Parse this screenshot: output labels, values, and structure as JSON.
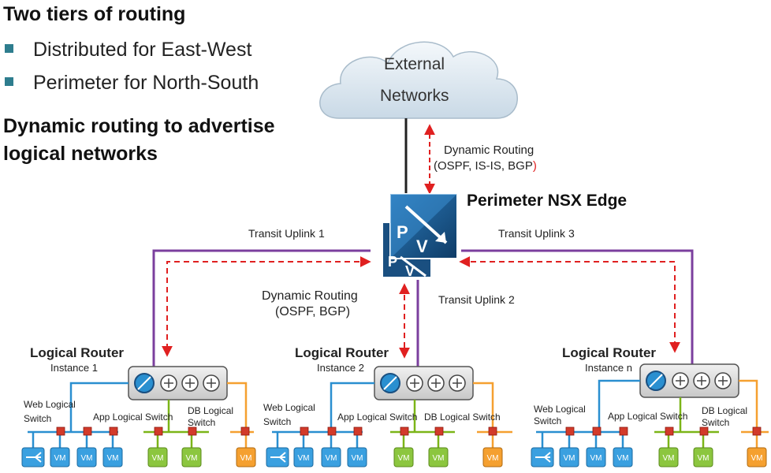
{
  "bullets": {
    "heading1": "Two tiers of routing",
    "items": [
      "Distributed for East-West",
      "Perimeter for North-South"
    ],
    "heading2_line1": "Dynamic routing to advertise",
    "heading2_line2": "logical networks"
  },
  "cloud": {
    "line1": "External",
    "line2": "Networks"
  },
  "edge": {
    "title": "Perimeter NSX Edge",
    "routing_line1": "Dynamic Routing",
    "routing_line2": "(OSPF, IS-IS, BGP",
    "routing_paren": ")",
    "icon_letters": [
      "P",
      "V"
    ]
  },
  "uplinks": {
    "u1": "Transit Uplink 1",
    "u2": "Transit Uplink 2",
    "u3": "Transit Uplink 3"
  },
  "middle_routing": {
    "line1": "Dynamic Routing",
    "line2": "(OSPF, BGP)"
  },
  "routers": [
    {
      "title": "Logical Router",
      "instance": "Instance 1",
      "web1": "Web Logical",
      "web2": "Switch",
      "app": "App Logical Switch",
      "db1": "DB Logical",
      "db2": "Switch",
      "vm": "VM"
    },
    {
      "title": "Logical Router",
      "instance": "Instance 2",
      "web1": "Web Logical",
      "web2": "Switch",
      "app": "App Logical Switch",
      "db1": "DB Logical Switch",
      "db2": "",
      "vm": "VM"
    },
    {
      "title": "Logical Router",
      "instance": "Instance n",
      "web1": "Web Logical",
      "web2": "Switch",
      "app": "App Logical Switch",
      "db1": "DB Logical",
      "db2": "Switch",
      "vm": "VM"
    }
  ],
  "colors": {
    "uplink": "#7b3f9e",
    "routing_arrow": "#e02020",
    "web": "#2a8fd0",
    "app_db": "#7cb518",
    "vm_blue": "#3aa0e0",
    "vm_green": "#8cc63f",
    "vm_orange": "#f5a030",
    "firewall": "#d23a2a",
    "edge_blue": "#1d5d96",
    "bullet": "#2e7d8e"
  },
  "icons": [
    "cloud-icon",
    "nsx-edge-icon",
    "router-icon",
    "firewall-icon",
    "load-balancer-icon",
    "vm-icon",
    "bullet-square-icon"
  ]
}
